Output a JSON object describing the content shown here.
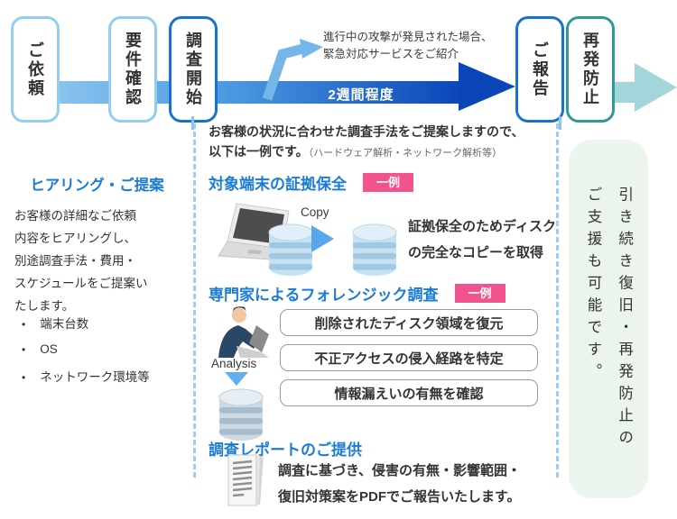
{
  "flow": {
    "steps": [
      "ご依頼",
      "要件確認",
      "調査開始",
      "ご報告",
      "再発防止"
    ],
    "duration_label": "2週間程度",
    "callout": {
      "line1": "進行中の攻撃が発見された場合、",
      "line2": "緊急対応サービスをご紹介"
    }
  },
  "left_panel": {
    "heading": "ヒアリング・ご提案",
    "body_lines": [
      "お客様の詳細なご依頼",
      "内容をヒアリングし、",
      "別途調査手法・費用・",
      "スケジュールをご提案い",
      "たします。"
    ],
    "bullet_char": "•",
    "bullets": [
      "端末台数",
      "OS",
      "ネットワーク環境等"
    ]
  },
  "middle_panel": {
    "intro_line1": "お客様の状況に合わせた調査手法をご提案しますので、",
    "intro_line2": "以下は一例です。",
    "intro_note": "（ハードウェア解析・ネットワーク解析等）",
    "badge_label": "一例",
    "section_preservation": {
      "heading": "対象端末の証拠保全",
      "copy_label": "Copy",
      "description_lines": [
        "証拠保全のためディスク",
        "の完全なコピーを取得"
      ]
    },
    "section_forensic": {
      "heading": "専門家によるフォレンジック調査",
      "analysis_label": "Analysis",
      "items": [
        "削除されたディスク領域を復元",
        "不正アクセスの侵入経路を特定",
        "情報漏えいの有無を確認"
      ]
    },
    "section_report": {
      "heading": "調査レポートのご提供",
      "description_lines": [
        "調査に基づき、侵害の有無・影響範囲・",
        "復旧対策案をPDFでご報告いたします。"
      ]
    }
  },
  "right_panel": {
    "text_lines": [
      "引き続き復旧・再発防止の",
      "ご支援も可能です。"
    ]
  },
  "colors": {
    "accent_blue": "#1b7cd6",
    "step_border_light": "#93cdf1",
    "step_border_strong": "#1373cf",
    "step_border_teal": "#2f9a94",
    "bar_gradient_start": "#8cc6ee",
    "bar_gradient_end": "#0b46b8",
    "teal_arrow": "#a3d6da",
    "badge_pink": "#f0538d",
    "mint_bg": "#ecf5ed",
    "dash_blue": "#9ecdf2"
  }
}
